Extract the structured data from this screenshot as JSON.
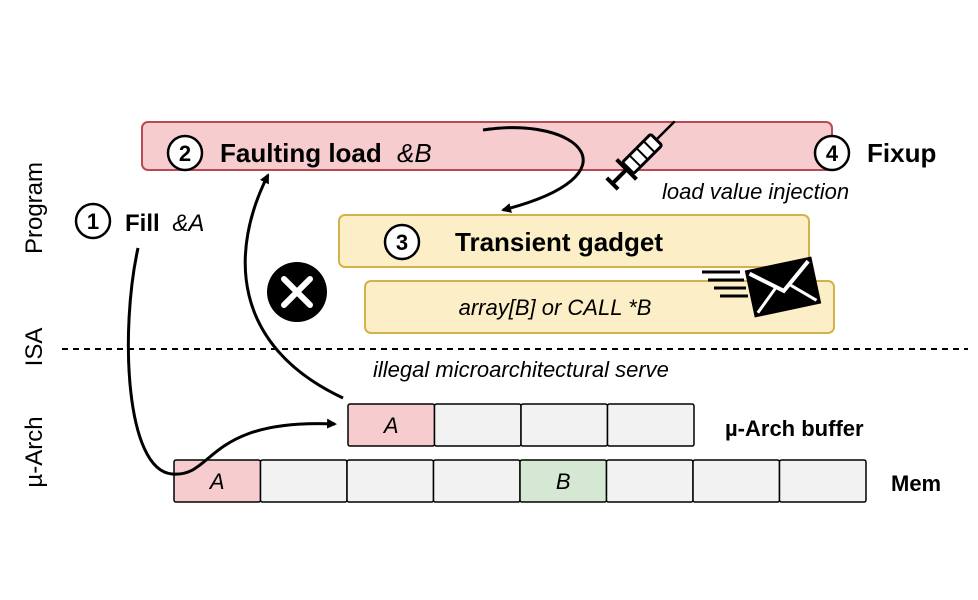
{
  "side_labels": {
    "program": "Program",
    "isa": "ISA",
    "march": "µ-Arch"
  },
  "steps": {
    "step1": {
      "num": "1",
      "label": "Fill",
      "arg": "&A"
    },
    "step2": {
      "num": "2",
      "label": "Faulting load",
      "arg": "&B"
    },
    "step3": {
      "num": "3",
      "label": "Transient gadget"
    },
    "step4": {
      "num": "4",
      "label": "Fixup"
    }
  },
  "gadget_code": "array[B] or CALL *B",
  "annotations": {
    "injection": "load value injection",
    "serve": "illegal microarchitectural serve"
  },
  "buffer": {
    "label": "µ-Arch buffer",
    "cells": [
      "A",
      "",
      "",
      ""
    ]
  },
  "memory": {
    "label": "Mem",
    "cells": [
      "A",
      "",
      "",
      "",
      "B",
      "",
      "",
      ""
    ]
  },
  "icons": [
    "syringe-icon",
    "envelope-icon",
    "cross-icon"
  ],
  "colors": {
    "fault_fill": "#f6cccf",
    "fault_stroke": "#b84a52",
    "gadget_fill": "#fcefc7",
    "gadget_stroke": "#d4b24a",
    "cell_a": "#f6cccf",
    "cell_b": "#d5e8d4",
    "cell_empty": "#f2f2f2"
  }
}
